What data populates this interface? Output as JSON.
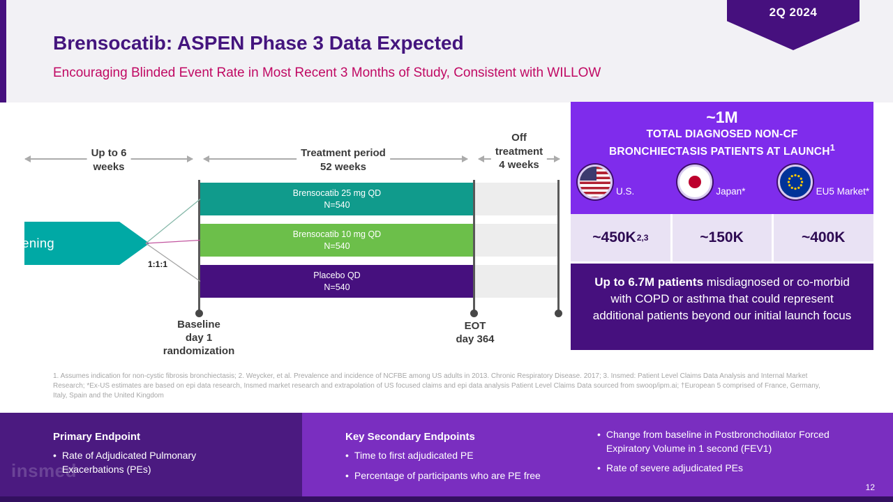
{
  "slide": {
    "badge": "2Q 2024",
    "title": "Brensocatib: ASPEN Phase 3 Data Expected",
    "subtitle": "Encouraging Blinded Event Rate in Most Recent 3 Months of Study, Consistent with WILLOW",
    "page_number": "12"
  },
  "timeline": {
    "phase_labels": {
      "pre": "Up to 6\nweeks",
      "treatment": "Treatment period\n52 weeks",
      "off": "Off\ntreatment\n4 weeks"
    },
    "screening_label": "Screening",
    "screening_color": "#00A9A5",
    "ratio_label": "1:1:1",
    "bars": [
      {
        "label": "Brensocatib 25 mg QD\nN=540",
        "color": "#109B8C"
      },
      {
        "label": "Brensocatib 10 mg QD\nN=540",
        "color": "#6CBF4A"
      },
      {
        "label": "Placebo QD\nN=540",
        "color": "#46107E"
      }
    ],
    "milestones": {
      "baseline": "Baseline\nday 1\nrandomization",
      "eot": "EOT\nday 364"
    }
  },
  "market_panel": {
    "headline_value": "~1M",
    "headline_line2": "TOTAL DIAGNOSED NON-CF",
    "headline_line3": "BRONCHIECTASIS PATIENTS AT LAUNCH",
    "headline_sup": "1",
    "regions": [
      {
        "name": "U.S.",
        "flag": "us-flag-icon",
        "value": "~450K",
        "value_sup": "2,3"
      },
      {
        "name": "Japan*",
        "flag": "japan-flag-icon",
        "value": "~150K",
        "value_sup": ""
      },
      {
        "name": "EU5 Market*",
        "flag": "eu-flag-icon",
        "value": "~400K",
        "value_sup": ""
      }
    ],
    "note_lead": "Up to 6.7M patients",
    "note_rest": " misdiagnosed or co-morbid with COPD or asthma that could represent additional patients beyond our initial launch focus",
    "colors": {
      "header": "#7F2CEC",
      "values_bg": "#E9E2F4",
      "note_bg": "#46107E"
    }
  },
  "footnote": "1. Assumes indication for non-cystic fibrosis bronchiectasis; 2. Weycker, et al. Prevalence and incidence of NCFBE among US adults in 2013. Chronic Respiratory Disease. 2017; 3. Insmed: Patient Level Claims Data Analysis and Internal Market Research; *Ex-US estimates are based on epi data research, Insmed market research and extrapolation of US focused claims and epi data analysis Patient Level Claims Data sourced from swoop/ipm.ai; †European 5 comprised of France, Germany, Italy, Spain and the United Kingdom",
  "footer": {
    "primary": {
      "title": "Primary Endpoint",
      "items": [
        "Rate of Adjudicated Pulmonary Exacerbations (PEs)"
      ]
    },
    "secondary": {
      "title": "Key Secondary Endpoints",
      "items": [
        "Time to first adjudicated PE",
        "Percentage of participants who are PE free"
      ]
    },
    "secondary2": {
      "items": [
        "Change from baseline in Postbronchodilator Forced Expiratory Volume in 1 second (FEV1)",
        "Rate of severe adjudicated PEs"
      ]
    },
    "logo_text": "insmed"
  }
}
